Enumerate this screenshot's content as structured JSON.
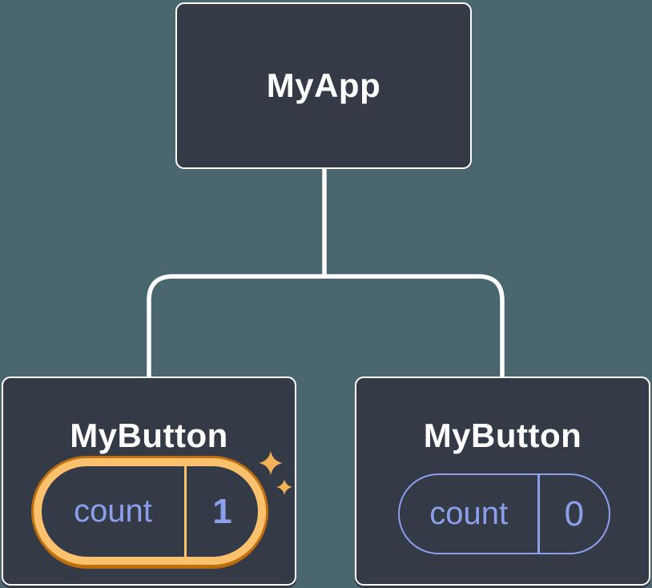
{
  "theme": {
    "background": "#4A6770",
    "node_fill": "#343A46",
    "node_border": "#FFFFFF",
    "connector": "#FFFFFF",
    "text_primary": "#FFFFFF",
    "accent_purple": "#8C9FEB",
    "orange_light": "#FBC16C",
    "orange_dark": "#C1700F",
    "orange_darker": "#B5680D",
    "sparkle": "#F2B156"
  },
  "tree": {
    "root": {
      "label": "MyApp"
    },
    "children": [
      {
        "label": "MyButton",
        "state": {
          "name": "count",
          "value": "1"
        },
        "highlighted": true
      },
      {
        "label": "MyButton",
        "state": {
          "name": "count",
          "value": "0"
        },
        "highlighted": false
      }
    ]
  }
}
